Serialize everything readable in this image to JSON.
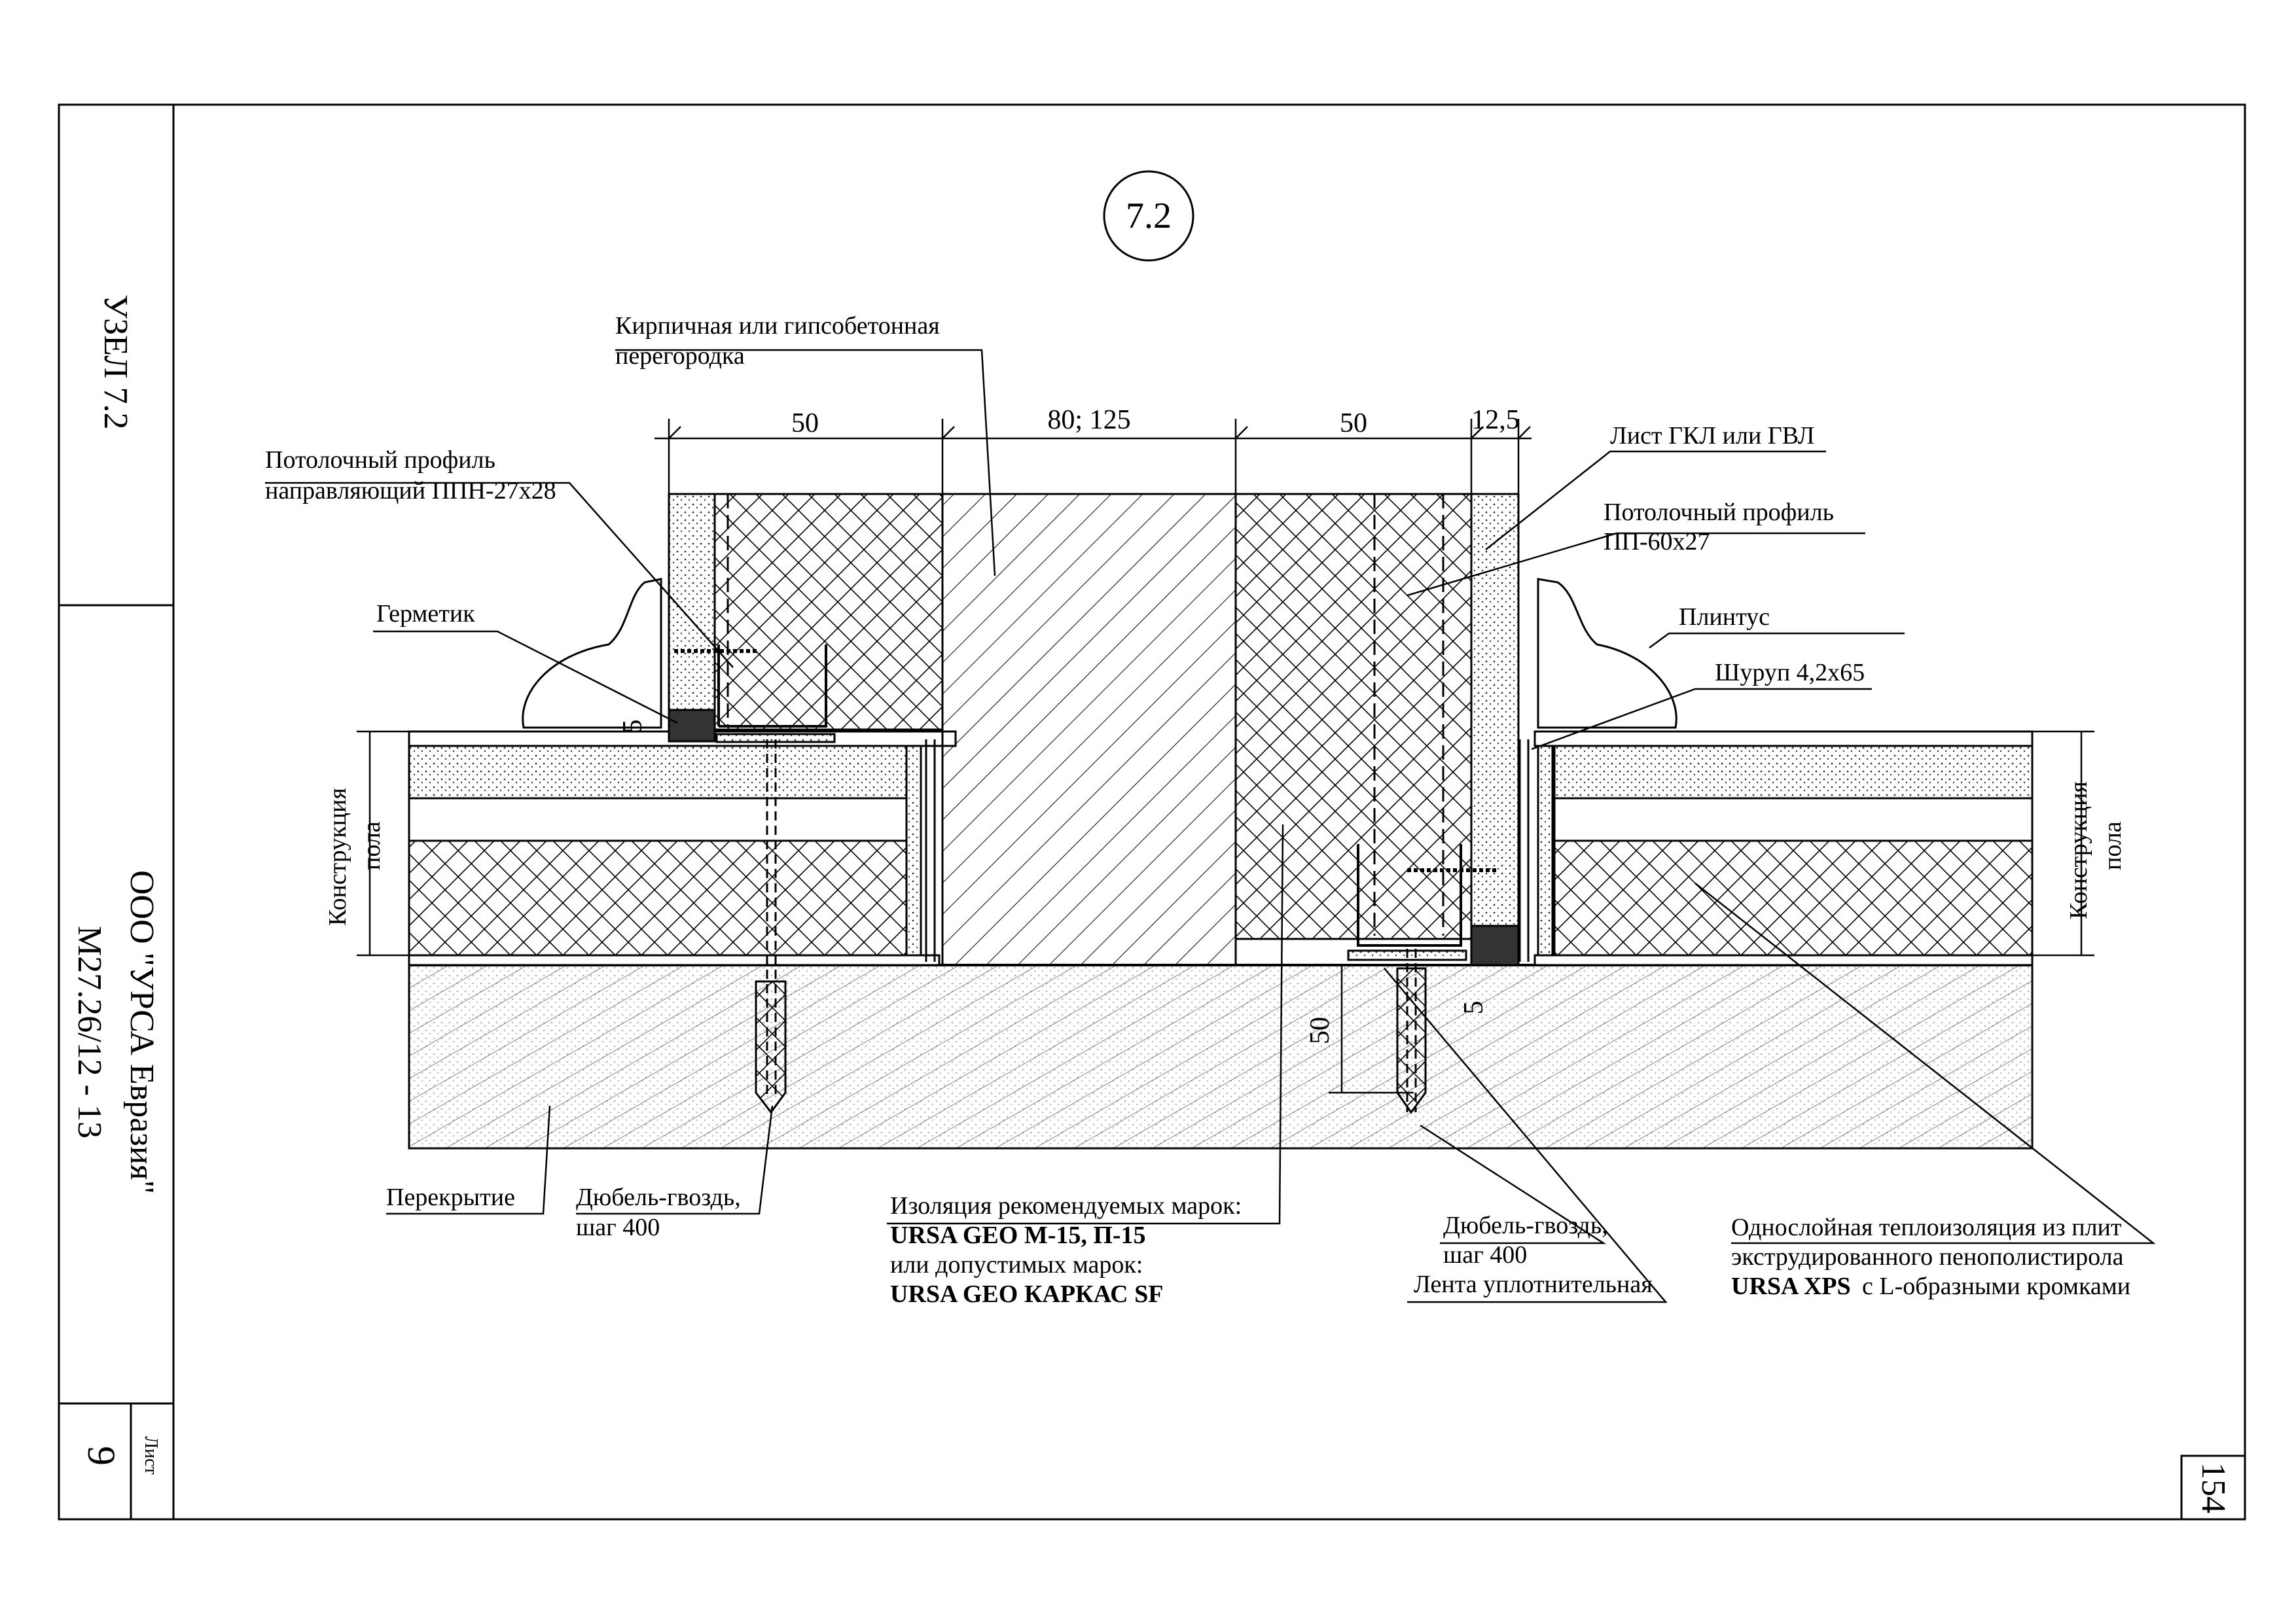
{
  "frame": {
    "node_title": "УЗЕЛ 7.2",
    "company": "ООО \"УРСА Евразия\"",
    "doc_code": "М27.26/12 - 13",
    "sheet_label": "Лист",
    "sheet_number": "9",
    "page_number": "154"
  },
  "node_marker": "7.2",
  "labels": {
    "partition": [
      "Кирпичная или гипсобетонная",
      "перегородка"
    ],
    "guide_profile": [
      "Потолочный профиль",
      "направляющий ППН-27х28"
    ],
    "sealant": "Герметик",
    "floor_left": [
      "Конструкция",
      "пола"
    ],
    "floor_right": [
      "Конструкция",
      "пола"
    ],
    "sheet_gkl": "Лист ГКЛ или ГВЛ",
    "ceiling_profile": [
      "Потолочный профиль",
      "ПП-60х27"
    ],
    "baseboard": "Плинтус",
    "screw": "Шуруп 4,2х65",
    "slab": "Перекрытие",
    "dowel_left": [
      "Дюбель-гвоздь,",
      "шаг 400"
    ],
    "insulation": [
      "Изоляция рекомендуемых марок:",
      "URSA GEO М-15, П-15",
      "или допустимых марок:",
      "URSA GEO КАРКАС SF"
    ],
    "dowel_right": [
      "Дюбель-гвоздь,",
      "шаг 400"
    ],
    "sealing_tape": "Лента уплотнительная",
    "xps": [
      "Однослойная теплоизоляция из плит",
      "экструдированного пенополистирола",
      "URSA XPS",
      "с L-образными кромками"
    ]
  },
  "dimensions": {
    "d_left_insul": "50",
    "d_partition": "80; 125",
    "d_right_insul": "50",
    "d_sheet": "12,5",
    "d_gap_left": "5",
    "d_gap_right": "5",
    "d_anchor": "50"
  }
}
